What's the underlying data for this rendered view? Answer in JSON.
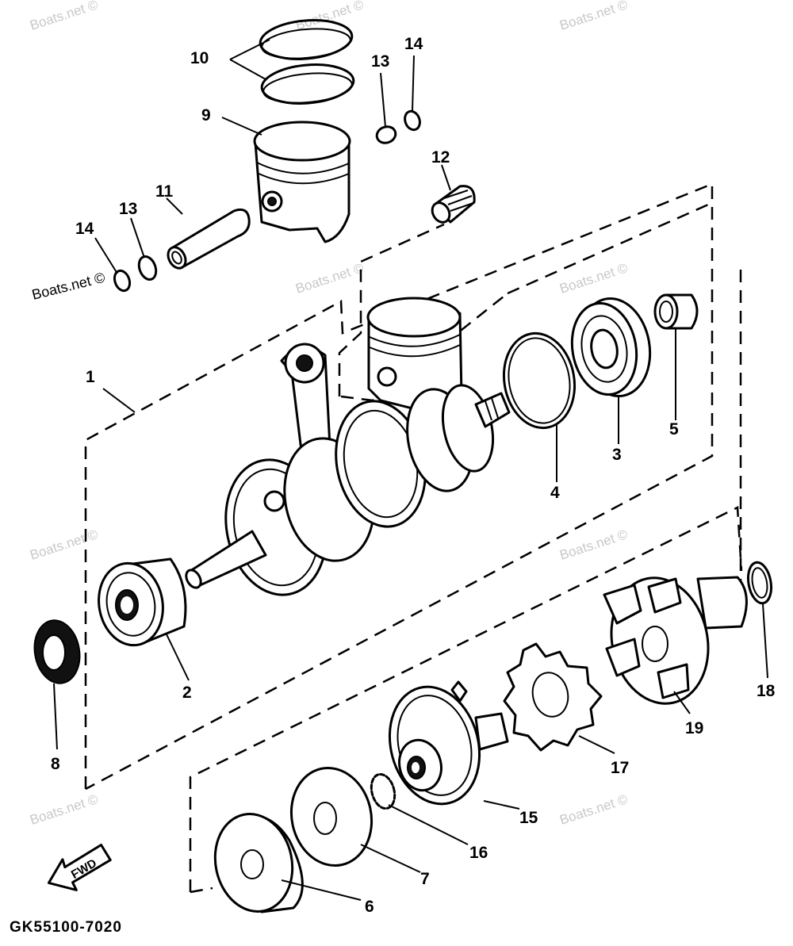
{
  "diagram": {
    "part_code": "GK55100-7020",
    "fwd_label": "FWD",
    "watermark": "Boats.net ©",
    "callouts": [
      {
        "id": "c1",
        "label": "1"
      },
      {
        "id": "c2",
        "label": "2"
      },
      {
        "id": "c3",
        "label": "3"
      },
      {
        "id": "c4",
        "label": "4"
      },
      {
        "id": "c5",
        "label": "5"
      },
      {
        "id": "c6",
        "label": "6"
      },
      {
        "id": "c7",
        "label": "7"
      },
      {
        "id": "c8",
        "label": "8"
      },
      {
        "id": "c9",
        "label": "9"
      },
      {
        "id": "c10",
        "label": "10"
      },
      {
        "id": "c11",
        "label": "11"
      },
      {
        "id": "c12",
        "label": "12"
      },
      {
        "id": "c13a",
        "label": "13"
      },
      {
        "id": "c13b",
        "label": "13"
      },
      {
        "id": "c14a",
        "label": "14"
      },
      {
        "id": "c14b",
        "label": "14"
      },
      {
        "id": "c15",
        "label": "15"
      },
      {
        "id": "c16",
        "label": "16"
      },
      {
        "id": "c17",
        "label": "17"
      },
      {
        "id": "c18",
        "label": "18"
      },
      {
        "id": "c19",
        "label": "19"
      }
    ]
  }
}
